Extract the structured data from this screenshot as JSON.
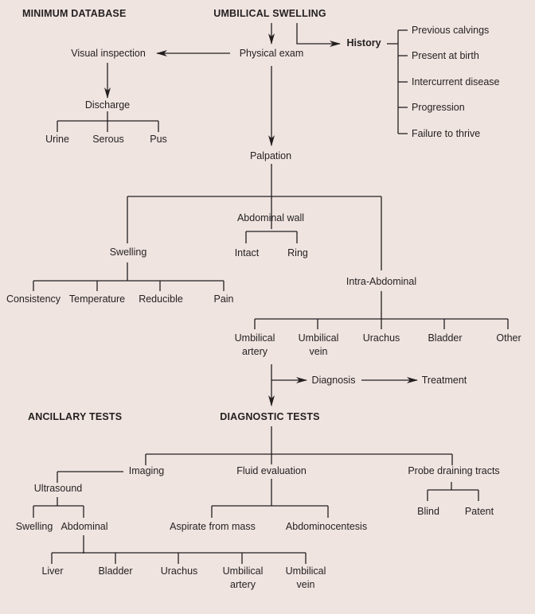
{
  "colors": {
    "background": "#efe4e0",
    "ink": "#231f20"
  },
  "headings": {
    "minimum_database": "MINIMUM DATABASE",
    "umbilical_swelling": "UMBILICAL SWELLING",
    "ancillary_tests": "ANCILLARY TESTS",
    "diagnostic_tests": "DIAGNOSTIC TESTS"
  },
  "history": {
    "label": "History",
    "items": [
      "Previous calvings",
      "Present at birth",
      "Intercurrent disease",
      "Progression",
      "Failure to thrive"
    ]
  },
  "physical_exam": {
    "label": "Physical exam",
    "visual_inspection": "Visual inspection",
    "discharge": {
      "label": "Discharge",
      "items": [
        "Urine",
        "Serous",
        "Pus"
      ]
    }
  },
  "palpation": {
    "label": "Palpation",
    "swelling": {
      "label": "Swelling",
      "items": [
        "Consistency",
        "Temperature",
        "Reducible",
        "Pain"
      ]
    },
    "abdominal_wall": {
      "label": "Abdominal wall",
      "items": [
        "Intact",
        "Ring"
      ]
    },
    "intra_abdominal": {
      "label": "Intra-Abdominal",
      "items": [
        {
          "line1": "Umbilical",
          "line2": "artery"
        },
        {
          "line1": "Umbilical",
          "line2": "vein"
        },
        {
          "line1": "Urachus",
          "line2": ""
        },
        {
          "line1": "Bladder",
          "line2": ""
        },
        {
          "line1": "Other",
          "line2": ""
        }
      ]
    }
  },
  "outcome": {
    "diagnosis": "Diagnosis",
    "treatment": "Treatment"
  },
  "diagnostic_tests": {
    "imaging": {
      "label": "Imaging",
      "ultrasound": {
        "label": "Ultrasound",
        "swelling": "Swelling",
        "abdominal": {
          "label": "Abdominal",
          "items": [
            {
              "line1": "Liver",
              "line2": ""
            },
            {
              "line1": "Bladder",
              "line2": ""
            },
            {
              "line1": "Urachus",
              "line2": ""
            },
            {
              "line1": "Umbilical",
              "line2": "artery"
            },
            {
              "line1": "Umbilical",
              "line2": "vein"
            }
          ]
        }
      }
    },
    "fluid_evaluation": {
      "label": "Fluid evaluation",
      "items": [
        "Aspirate from mass",
        "Abdominocentesis"
      ]
    },
    "probe_draining_tracts": {
      "label": "Probe draining tracts",
      "items": [
        "Blind",
        "Patent"
      ]
    }
  }
}
